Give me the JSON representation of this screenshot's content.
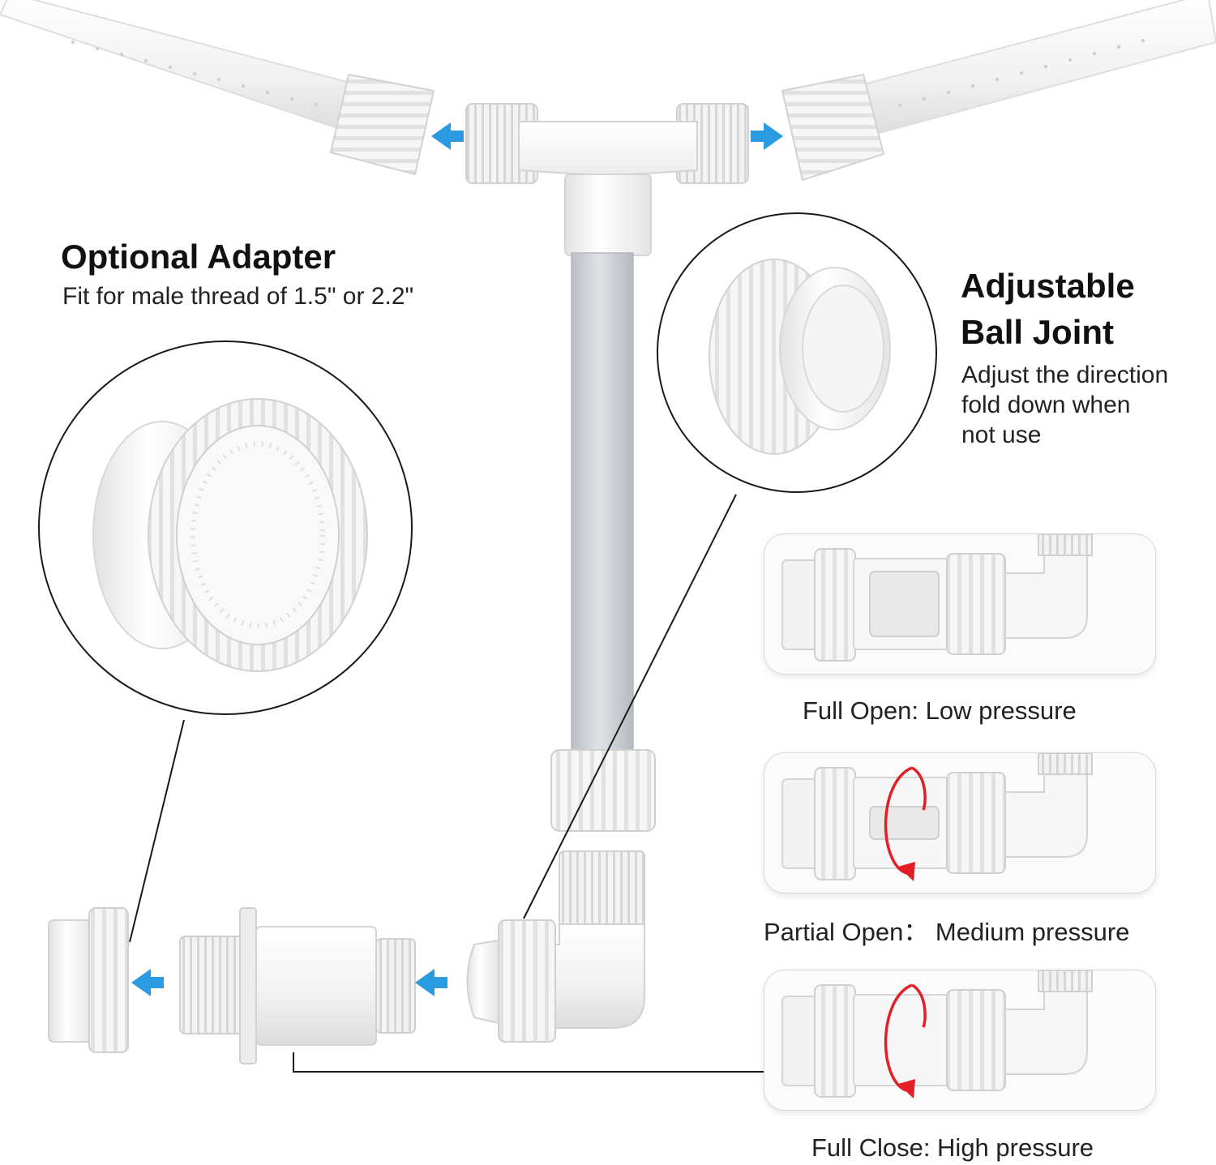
{
  "optional_adapter": {
    "title": "Optional Adapter",
    "desc": "Fit for male thread of 1.5\" or 2.2\""
  },
  "ball_joint": {
    "title_line1": "Adjustable",
    "title_line2": "Ball Joint",
    "desc_line1": "Adjust the direction",
    "desc_line2": "fold down when",
    "desc_line3": "not use"
  },
  "pressure_states": [
    {
      "label": "Full Open:  Low pressure",
      "opening": 1.0
    },
    {
      "label": "Partial Open： Medium pressure",
      "opening": 0.5
    },
    {
      "label": "Full Close: High pressure",
      "opening": 0.0
    }
  ],
  "colors": {
    "arrow_blue": "#2a9be0",
    "rotate_red": "#e31e24",
    "pipe_gray": "#c9ced3",
    "fitting_white": "#f4f4f4",
    "outline": "#cfcfcf"
  },
  "icons": [
    "arrow-left-icon",
    "arrow-right-icon",
    "rotate-arrow-icon"
  ]
}
